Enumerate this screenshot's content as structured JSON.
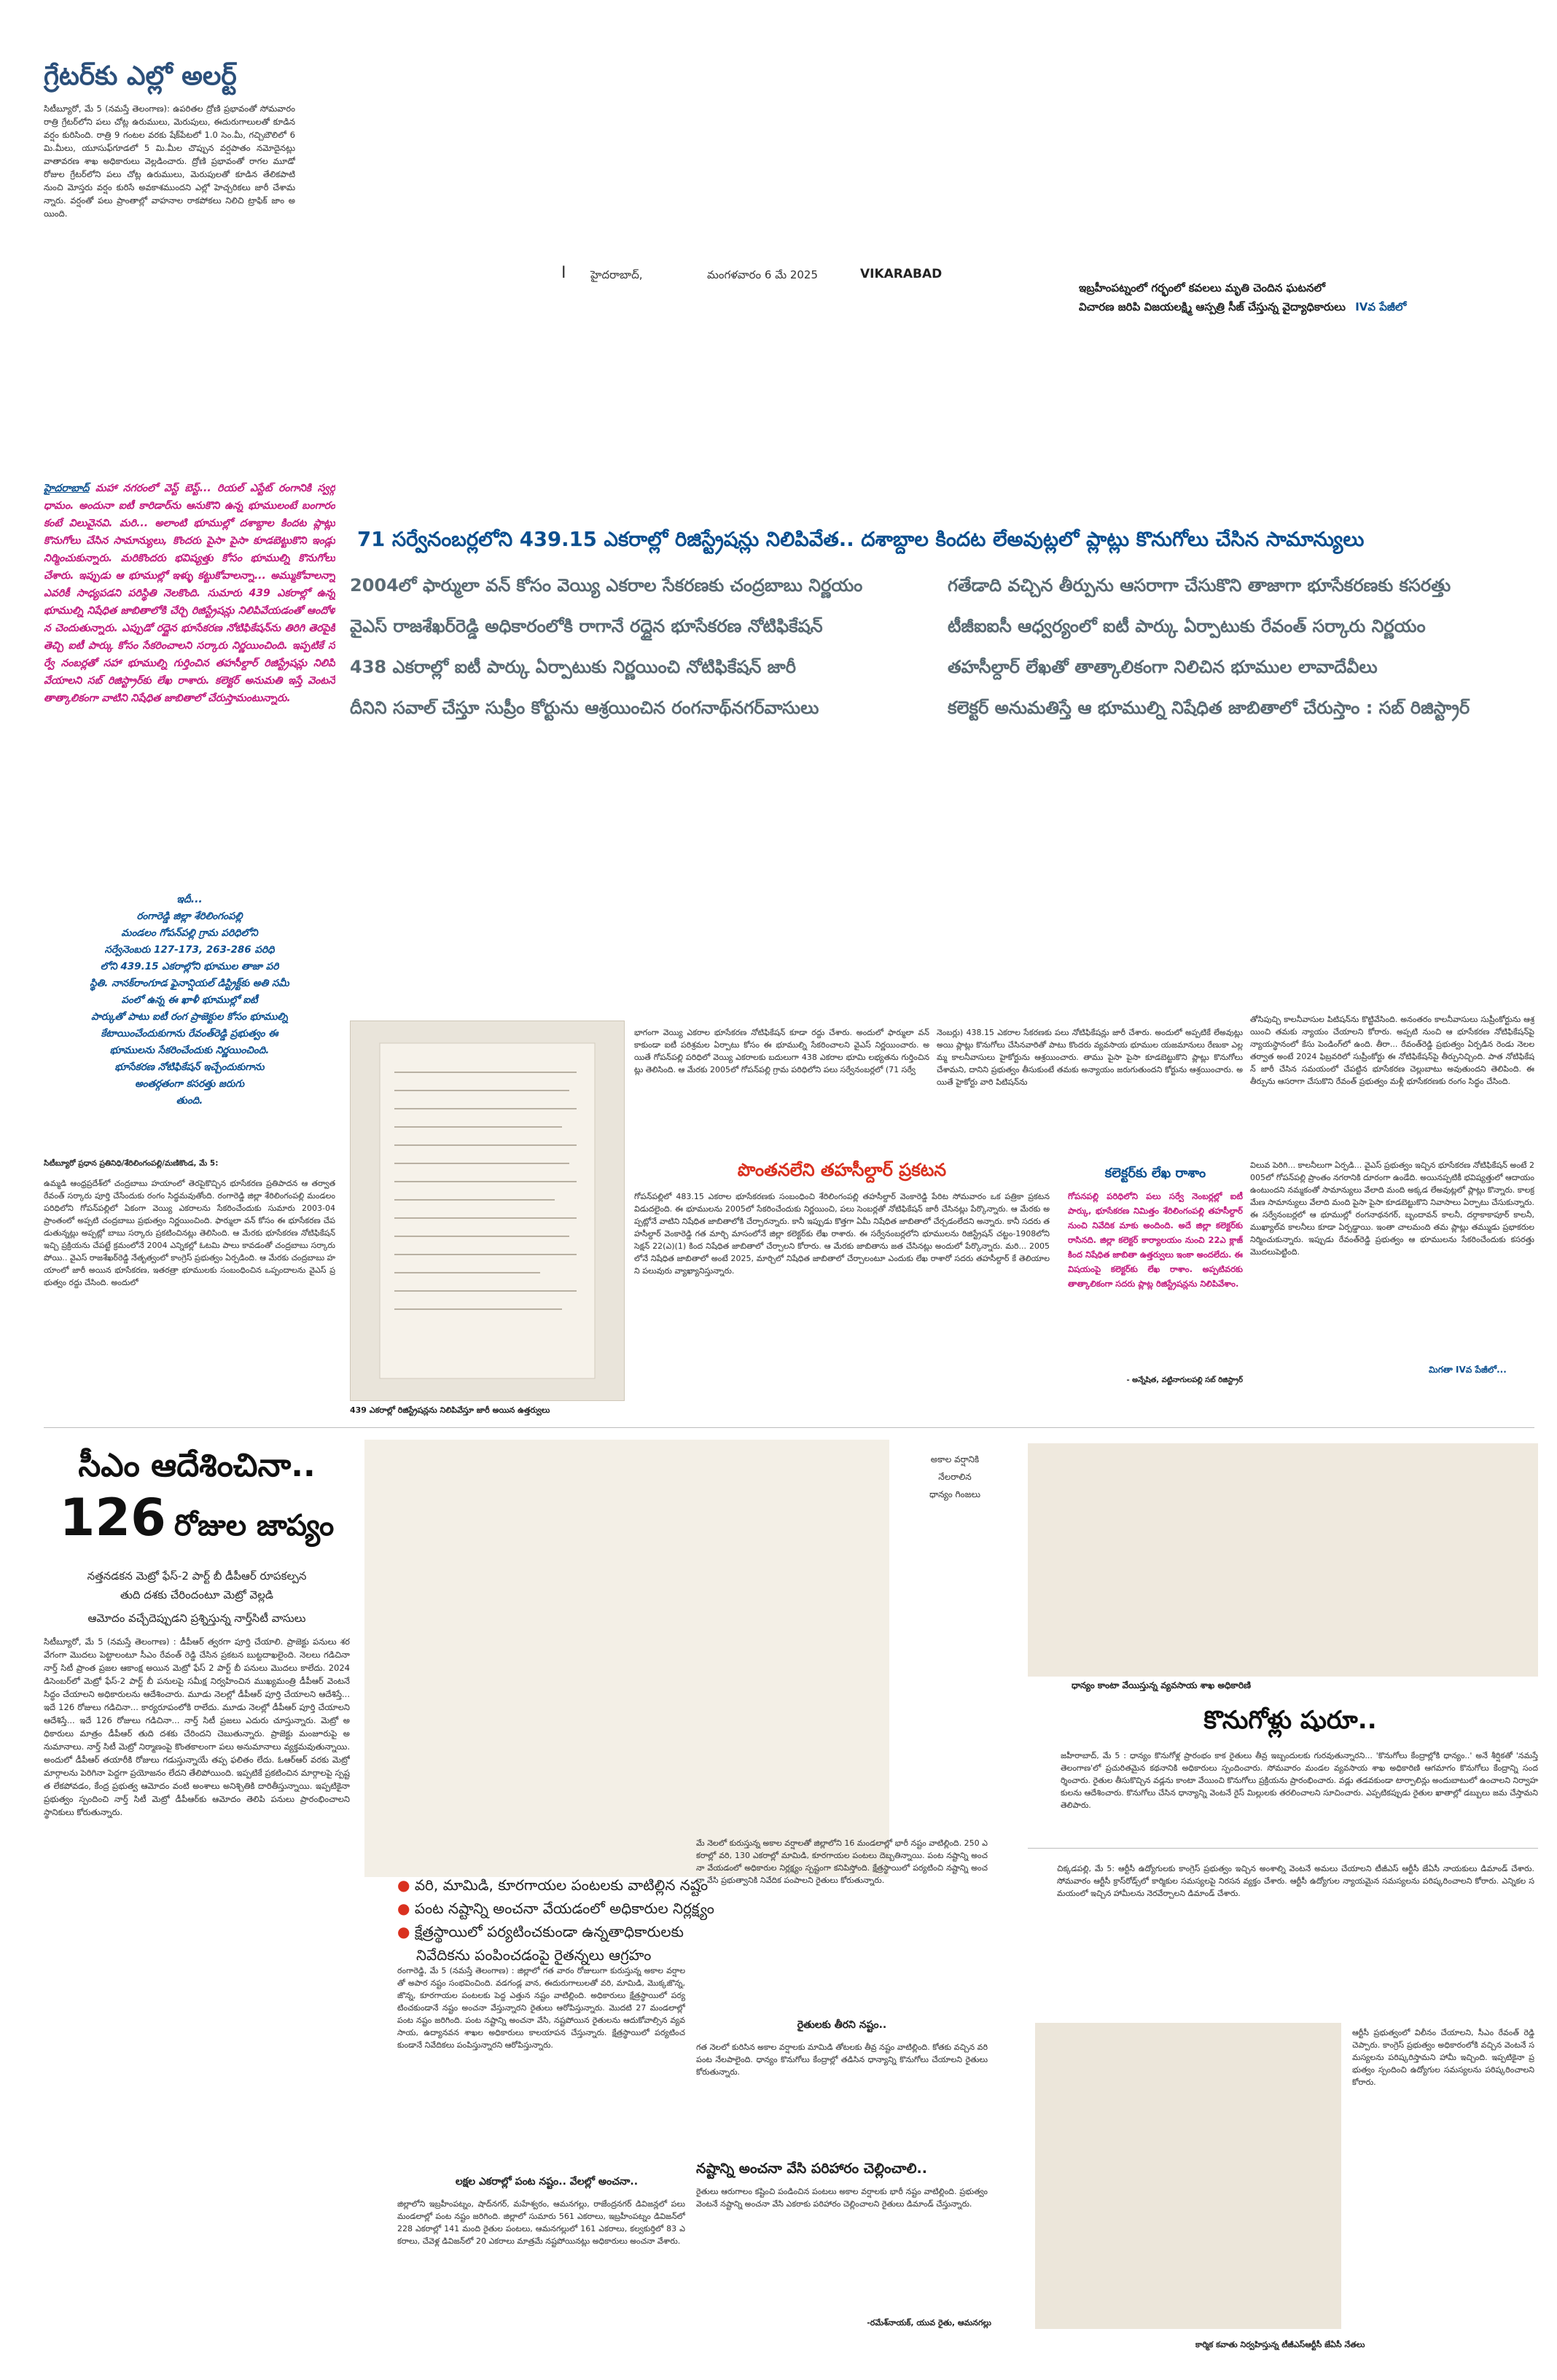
{
  "masthead": {
    "city": "హైదరాబాద్,",
    "date": "మంగళవారం 6 మే 2025",
    "edition": "VIKARABAD"
  },
  "top_promo": {
    "line1": "ఇబ్రహీంపట్నంలో గర్భంలో కవలలు మృతి చెందిన ఘటనలో",
    "line2": "విచారణ జరిపి విజయలక్ష్మి ఆస్పత్రి సీజ్ చేస్తున్న వైద్యాధికారులు",
    "page_ref": "IVవ పేజీలో"
  },
  "alert_story": {
    "headline": "గ్రేటర్‌కు ఎల్లో అలర్ట్",
    "body": "సిటీబ్యూరో, మే 5 (నమస్తే తెలంగాణ): ఉపరితల ద్రోణి ప్రభావంతో సోమవారం రాత్రి గ్రేటర్‌లోని పలు చోట్ల ఉరుములు, మెరుపులు, ఈదురుగాలులతో కూడిన వర్షం కురిసింది. రాత్రి 9 గంటల వరకు షేక్‌పేటలో 1.0 సెం.మీ, గచ్చిబౌలిలో 6 మి.మీలు, యూసుఫ్‌గూడలో 5 మి.మీల చొప్పున వర్షపాతం నమోదైనట్లు వాతావరణ శాఖ అధికారులు వెల్లడించారు. ద్రోణి ప్రభావంతో రాగల మూడో రోజుల గ్రేటర్‌లోని పలు చోట్ల ఉరుములు, మెరుపులతో కూడిన తేలికపాటి నుంచి మోస్తరు వర్షం కురిసే అవకాశముందని ఎల్లో హెచ్చరికలు జారీ చేశామన్నారు. వర్షంతో పలు ప్రాంతాల్లో వాహనాల రాకపోకలు నిలిచి ట్రాఫిక్ జాం అయింది."
  },
  "main_story": {
    "banner": "71 సర్వేనంబర్లలోని 439.15 ఎకరాల్లో రిజిస్ట్రేషన్లు నిలిపివేత.. దశాబ్దాల కిందట లేఅవుట్లలో ప్లాట్లు కొనుగోలు చేసిన సామాన్యులు",
    "decks_left": [
      "2004లో ఫార్ములా వన్ కోసం వెయ్యి ఎకరాల సేకరణకు చంద్రబాబు నిర్ణయం",
      "వైఎస్ రాజశేఖర్‌రెడ్డి అధికారంలోకి రాగానే రద్దైన భూసేకరణ నోటిఫికేషన్",
      "438 ఎకరాల్లో ఐటీ పార్కు ఏర్పాటుకు నిర్ణయించి నోటిఫికేషన్ జారీ",
      "దీనిని సవాల్ చేస్తూ సుప్రీం కోర్టును ఆశ్రయించిన రంగనాథ్‌నగర్‌వాసులు"
    ],
    "decks_right": [
      "గతేడాది వచ్చిన తీర్పును ఆసరాగా చేసుకొని తాజాగా భూసేకరణకు కసరత్తు",
      "టీజీఐఐసీ ఆధ్వర్యంలో ఐటీ పార్కు ఏర్పాటుకు రేవంత్ సర్కారు నిర్ణయం",
      "తహసీల్దార్ లేఖతో తాత్కాలికంగా నిలిచిన భూముల లావాదేవీలు",
      "కలెక్టర్ అనుమతిస్తే ఆ భూముల్ని నిషేధిత జాబితాలో చేరుస్తాం : సబ్ రిజిస్ట్రార్"
    ],
    "intro_lead": "హైదరాబాద్",
    "intro": "మహా నగరంలో వెస్ట్ బెస్ట్... రియల్ ఎస్టేట్ రంగానికి స్వర్గధామం. అందునా ఐటీ కారిడార్‌ను ఆనుకొని ఉన్న భూములంటే బంగారం కంటే విలువైనవి. మరి... అలాంటి భూముల్లో దశాబ్దాల కిందట ప్లాట్లు కొనుగోలు చేసిన సామాన్యులు, కొందరు పైసా పైసా కూడబెట్టుకొని ఇండ్లు నిర్మించుకున్నారు. మరికొందరు భవిష్యత్తు కోసం భూముల్ని కొనుగోలు చేశారు. ఇప్పుడు ఆ భూముల్లో ఇళ్ళు కట్టుకోవాలన్నా... అమ్ముకోవాలన్నా ఎవరికీ సాధ్యపడని పరిస్థితి నెలకొంది. సుమారు 439 ఎకరాల్లో ఉన్న భూముల్ని నిషేధిత జాబితాలోకి చేర్చి రిజిస్ట్రేషన్లు నిలిపివేయడంతో ఆందోళన చెందుతున్నారు. ఎప్పుడో రద్దైన భూసేకరణ నోటిఫికేషన్‌ను తిరిగి తెరపైకి తెచ్చి ఐటీ పార్కు కోసం సేకరించాలని సర్కారు నిర్ణయించింది. ఇప్పటికే సర్వే నంబర్లతో సహా భూముల్ని గుర్తించిన తహసీల్దార్ రిజిస్ట్రేషన్లు నిలిపి వేయాలని సబ్ రిజిస్ట్రార్‌కు లేఖ రాశారు. కలెక్టర్ అనుమతి ఇస్తే వెంటనే తాత్కాలికంగా వాటిని నిషేధిత జాబితాలో చేరుస్తామంటున్నారు.",
    "sub_heading": "ఇదీ...",
    "sub_lines": [
      "రంగారెడ్డి జిల్లా శేరిలింగంపల్లి",
      "మండలం గోపన్‌పల్లి గ్రామ పరిధిలోని",
      "సర్వేనెంబరు 127-173, 263-286 పరిధి",
      "లోని 439.15 ఎకరాల్లోని భూముల తాజా పరి",
      "స్థితి. నానక్‌రాంగూడ ఫైనాన్షియల్ డిస్ట్రిక్ట్‌కు అతి సమీ",
      "పంలో ఉన్న ఈ ఖాళీ భూముల్లో ఐటీ",
      "పార్కుతో పాటు ఐటీ రంగ ప్రాజెక్టుల కోసం భూముల్ని",
      "కేటాయించేందుకుగాను రేవంత్‌రెడ్డి ప్రభుత్వం ఈ",
      "భూములను సేకరించేందుకు నిర్ణయించింది.",
      "భూసేకరణ నోటిఫికేషన్ ఇచ్చేందుకుగాను",
      "అంతర్గతంగా కసరత్తు జరుగు",
      "తుంది."
    ],
    "dateline": "సిటీబ్యూరో ప్రధాన ప్రతినిధి/శేరిలింగంపల్లి/మణికొండ, మే 5:",
    "body_col1": "ఉమ్మడి ఆంధ్రప్రదేశ్‌లో చంద్రబాబు హయాంలో తెరపైకొచ్చిన భూసేకరణ ప్రతిపాదన ఆ తర్వాత రేవంత్ సర్కారు పూర్తి చేసేందుకు రంగం సిద్ధమవుతోంది. రంగారెడ్డి జిల్లా శేరిలింగంపల్లి మండలం పరిధిలోని గోపన్‌పల్లిలో ఏకంగా వెయ్యి ఎకరాలను సేకరించేందుకు సుమారు 2003-04 ప్రాంతంలో అప్పటి చంద్రబాబు ప్రభుత్వం నిర్ణయించింది. ఫార్ములా వన్ కోసం ఈ భూసేకరణ చేపడుతున్నట్లు అప్పట్లో బాబు సర్కారు ప్రకటించినట్లు తెలిసింది. ఆ మేరకు భూసేకరణ నోటిఫికేషన్ ఇచ్చి ప్రక్రియను చేపట్టే క్రమంలోనే 2004 ఎన్నికల్లో ఓటమి పాలు కావడంతో చంద్రబాబు సర్కారు పోయి.. వైఎస్ రాజశేఖర్‌రెడ్డి నేతృత్వంలో కాంగ్రెస్ ప్రభుత్వం ఏర్పడింది. ఆ మేరకు చంద్రబాబు హయాంలో జారీ అయిన భూసేకరణ, ఇతరత్రా భూములకు సంబంధించిన ఒప్పందాలను వైఎస్ ప్రభుత్వం రద్దు చేసింది. అందులో",
    "body_col2": "భాగంగా వెయ్యి ఎకరాల భూసేకరణ నోటిఫికేషన్ కూడా రద్దు చేశారు. అందులో ఫార్ములా వన్ కాకుండా ఐటీ పరిశ్రమల ఏర్పాటు కోసం ఈ భూముల్ని సేకరించాలని వైఎస్ నిర్ణయించారు. అయితే గోపన్‌పల్లి పరిధిలో వెయ్యి ఎకరాలకు బదులుగా 438 ఎకరాల భూమి లభ్యతను గుర్తించినట్లు తెలిసింది. ఆ మేరకు 2005లో గోపన్‌పల్లి గ్రామ పరిధిలోని పలు సర్వేనంబర్లలో (71 సర్వే",
    "body_col3": "నెంబర్లు) 438.15 ఎకరాల సేకరణకు పలు నోటిఫికేషన్లు జారీ చేశారు. అందులో అప్పటికే లేఅవుట్లు అయి ప్లాట్లు కొనుగోలు చేసినవారితో పాటు కొందరు వ్యవసాయ భూముల యజమానులు రేణుకా ఎల్లమ్మ కాలనీవాసులు హైకోర్టును ఆశ్రయించారు. తాము పైసా పైసా కూడబెట్టుకొని ప్లాట్లు కొనుగోలు చేశామని, దానిని ప్రభుత్వం తీసుకుంటే తమకు అన్యాయం జరుగుతుందని కోర్టును ఆశ్రయించారు. అయితే హైకోర్టు వారి పిటిషన్‌ను",
    "body_col4": "తోసిపుచ్చి కాలనీవాసుల పిటిషన్‌ను కొట్టివేసింది. అనంతరం కాలనీవాసులు సుప్రీంకోర్టును ఆశ్రయించి తమకు న్యాయం చేయాలని కోరారు. అప్పటి నుంచి ఆ భూసేకరణ నోటిఫికేషన్‌పై న్యాయస్థానంలో కేసు పెండింగ్‌లో ఉంది. తీరా... రేవంత్‌రెడ్డి ప్రభుత్వం ఏర్పడిన రెండు నెలల తర్వాత అంటే 2024 ఫిబ్రవరిలో సుప్రీంకోర్టు ఈ నోటిఫికేషన్‌పై తీర్పునిచ్చింది. పాత నోటిఫికేషన్ జారీ చేసిన సమయంలో చేపట్టిన భూసేకరణ చెల్లుబాటు అవుతుందని తెలిపింది. ఈ తీర్పును ఆసరాగా చేసుకొని రేవంత్ ప్రభుత్వం మళ్లీ భూసేకరణకు రంగం సిద్ధం చేసింది.",
    "photo_caption": "439 ఎకరాల్లో రిజిస్ట్రేషన్లను నిలిపివేస్తూ జారీ అయిన ఉత్తర్వులు",
    "continued": "మిగతా IVవ పేజీలో..."
  },
  "tahsildar": {
    "headline": "పొంతనలేని తహసీల్దార్ ప్రకటన",
    "body": "గోపన్‌పల్లిలో 483.15 ఎకరాల భూసేకరణకు సంబంధించి శేరిలింగంపల్లి తహసీల్దార్ వెంకారెడ్డి పేరిట సోమవారం ఒక పత్రికా ప్రకటన విడుదలైంది. ఈ భూములను 2005లో సేకరించేందుకు నిర్ణయించి, పలు సెంబర్లతో నోటిఫికేషన్ జారీ చేసినట్లు పేర్కొన్నారు. ఆ మేరకు అప్పట్లోనే వాటిని నిషేధిత జాబితాలోకి చేర్చారన్నారు. కానీ ఇప్పుడు కొత్తగా ఏమీ నిషేధిత జాబితాలో చేర్చడంలేదని అన్నారు. కానీ సదరు తహసీల్దార్ వెంకారెడ్డి గత మార్చి మాసంలోనే జిల్లా కలెక్టర్‌కు లేఖ రాశారు. ఈ సర్వేనంబర్లలోని భూములను రిజిస్ట్రేషన్ చట్టం-1908లోని సెక్షన్ 22(ఎ)(1) కింద నిషేధిత జాబితాలో చేర్చాలని కోరారు. ఆ మేరకు జాబితాను జత చేసినట్లు అందులో పేర్కొన్నారు. మరి... 2005లోనే నిషేధిత జాబితాలో అంటే 2025, మార్చిలో నిషేధిత జాబితాలో చేర్చాలంటూ ఎందుకు లేఖ రాశారో సదరు తహసీల్దార్ కే తెలియాలని పలువురు వ్యాఖ్యానిస్తున్నారు."
  },
  "collector": {
    "headline": "కలెక్టర్‌కు లేఖ రాశాం",
    "body": "గోపనపల్లి పరిధిలోని పలు సర్వే నెంబర్లల్లో ఐటీ పార్కు, భూసేకరణ నిమిత్తం శేరిలింగంపల్లి తహసీల్దార్ నుంచి నివేదిక మాకు అందింది. అదే జిల్లా కలెక్టర్‌కు రాసినది. జిల్లా కలెక్టర్ కార్యాలయం నుంచి 22ఎ క్లాజ్ కింద నిషేధిత జాబితా ఉత్తర్వులు ఇంకా అందలేదు. ఈ విషయంపై కలెక్టర్‌కు లేఖ రాశాం. అప్పటివరకు తాత్కాలికంగా సదరు ప్లాట్ల రిజిస్ట్రేషన్లను నిలిపివేశాం.",
    "byline": "- అన్నేషిత, వట్టినాగులపల్లి సబ్ రిజిస్ట్రార్"
  },
  "price_story": {
    "body": "విలువ పెరిగి... కాలనీలుగా ఏర్పడి... వైఎస్ ప్రభుత్వం ఇచ్చిన భూసేకరణ నోటిఫికేషన్ అంటే 2005లో గోపన్‌పల్లి ప్రాంతం నగరానికి దూరంగా ఉండేది. అయినప్పటికీ భవిష్యత్తులో ఆదాయం ఉంటుందని నమ్మకంతో సామాన్యులు వేలాది మంది అక్కడ లేఅవుట్లలో ప్లాట్లు కొన్నారు. కాలక్రమేణ సామాన్యులు వేలాది మంది పైసా పైసా కూడబెట్టుకొని నివాసాలు ఏర్పాటు చేసుకున్నారు. ఈ సర్వేనంబర్లలో ఆ భూముల్లో రంగనాథనగర్, బృందావన్ కాలనీ, దర్గాకాకాపూర్ కాలనీ, ముఖ్యాల్‌వ కాలనీలు కూడా ఏర్పడ్డాయి. ఇంతా చాలమంది తమ ప్లాట్లు తమ్ముడు ప్రభాకరుల నిర్మించుకున్నారు. ఇప్పుడు రేవంత్‌రెడ్డి ప్రభుత్వం ఆ భూములను సేకరించేందుకు కసరత్తు మొదలుపెట్టింది."
  },
  "jappam_story": {
    "headline1": "సీఎం ఆదేశించినా..",
    "headline2_num": "126",
    "headline2_text": "రోజుల జాప్యం",
    "deck1": "నత్తనడకన మెట్రో ఫేస్-2 పార్ట్ బీ డీపీఆర్ రూపకల్పన",
    "deck2": "తుది దశకు చేరిందంటూ మెట్రో వెల్లడి",
    "deck3": "ఆమోదం వచ్చేదెప్పుడని ప్రశ్నిస్తున్న నార్త్‌సిటీ వాసులు",
    "body": "సిటీబ్యూరో, మే 5 (నమస్తే తెలంగాణ) : డీపీఆర్ త్వరగా పూర్తి చేయాలి. ప్రాజెక్టు పనులు శరవేగంగా మొదలు పెట్టాలంటూ సీఎం రేవంత్ రెడ్డి చేసిన ప్రకటన బుట్టదాఖలైంది. నెలలు గడిచినా నార్త్ సిటీ ప్రాంత ప్రజల ఆకాంక్ష అయిన మెట్రో ఫేస్ 2 పార్ట్ బీ పనులు మొదలు కాలేదు. 2024 డిసెంబర్‌లో మెట్రో ఫేస్-2 పార్ట్ బీ పనులపై సమీక్ష నిర్వహించిన ముఖ్యమంత్రి డీపీఆర్ వెంటనే సిద్ధం చేయాలని అధికారులను ఆదేశించారు. మూడు నెలల్లో డీపీఆర్ పూర్తి చేయాలని ఆదేశిస్తే... ఇదే 126 రోజులు గడిచినా... కార్యరూపంలోకి రాలేదు. మూడు నెలల్లో డీపీఆర్ పూర్తి చేయాలని ఆదేశిస్తే... ఇదే 126 రోజులు గడిచినా... నార్త్ సిటీ ప్రజలు ఎదురు చూస్తున్నారు. మెట్రో అధికారులు మాత్రం డీపీఆర్ తుది దశకు చేరిందని చెబుతున్నారు. ప్రాజెక్టు మంజూరుపై అనుమానాలు. నార్త్ సిటీ మెట్రో నిర్మాణంపై కొంతకాలంగా పలు అనుమానాలు వ్యక్తమవుతున్నాయి. అందులో డీపీఆర్ తయారీకి రోజులు గడుస్తున్నాయే తప్ప ఫలితం లేదు. ఓఆర్ఆర్ వరకు మెట్రో మార్గాలను పెరిగినా పెద్దగా ప్రయోజనం లేదని తేలిపోయింది. ఇప్పటికే ప్రకటించిన మార్గాలపై స్పష్టత లేకపోవడం, కేంద్ర ప్రభుత్వ ఆమోదం వంటి అంశాలు అనిశ్చితికి దారితీస్తున్నాయి. ఇప్పటికైనా ప్రభుత్వం స్పందించి నార్త్ సిటీ మెట్రో డీపీఆర్‌కు ఆమోదం తెలిపి పనులు ప్రారంభించాలని స్థానికులు కోరుతున్నారు."
  },
  "photo_note": {
    "lines": [
      "అకాల వర్షానికి",
      "నేలరాలిన",
      "ధాన్యం గింజలు"
    ]
  },
  "crop_story": {
    "bullets": [
      "వరి, మామిడి, కూరగాయల పంటలకు వాటిల్లిన నష్టం",
      "పంట నష్టాన్ని అంచనా వేయడంలో అధికారుల నిర్లక్ష్యం",
      "క్షేత్రస్థాయిలో పర్యటించకుండా ఉన్నతాధికారులకు"
    ],
    "bullet3_cont": "నివేదికను పంపించడంపై రైతన్నలు ఆగ్రహం",
    "col1": "రంగారెడ్డి, మే 5 (నమస్తే తెలంగాణ) : జిల్లాలో గత వారం రోజులుగా కురుస్తున్న అకాల వర్షాలతో అపార నష్టం సంభవించింది. వడగండ్ల వాన, ఈదురుగాలులతో వరి, మామిడి, మొక్కజొన్న, జొన్న, కూరగాయల పంటలకు పెద్ద ఎత్తున నష్టం వాటిల్లింది. అధికారులు క్షేత్రస్థాయిలో పర్యటించకుండానే నష్టం అంచనా వేస్తున్నారని రైతులు ఆరోపిస్తున్నారు. మొదటి 27 మండలాల్లో పంట నష్టం జరిగింది. పంట నష్టాన్ని అంచనా వేసి, నష్టపోయిన రైతులను ఆదుకోవాల్సిన వ్యవసాయ, ఉద్యానవన శాఖల అధికారులు కాలయాపన చేస్తున్నారు. క్షేత్రస్థాయిలో పర్యటించకుండానే నివేదికలు పంపిస్తున్నారని ఆరోపిస్తున్నారు.",
    "col2": "మే నెలలో కురుస్తున్న అకాల వర్షాలతో జిల్లాలోని 16 మండలాల్లో భారీ నష్టం వాటిల్లింది. 250 ఎకరాల్లో వరి, 130 ఎకరాల్లో మామిడి, కూరగాయల పంటలు దెబ్బతిన్నాయి. పంట నష్టాన్ని అంచనా వేయడంలో అధికారుల నిర్లక్ష్యం స్పష్టంగా కనిపిస్తోంది. క్షేత్రస్థాయిలో పర్యటించి నష్టాన్ని అంచనా వేసి ప్రభుత్వానికి నివేదిక పంపాలని రైతులు కోరుతున్నారు.",
    "subhead1": "రైతులకు తీరని నష్టం..",
    "col2b": "గత నెలలో కురిసిన అకాల వర్షాలకు మామిడి తోటలకు తీవ్ర నష్టం వాటిల్లింది. కోతకు వచ్చిన వరి పంట నేలపాలైంది. ధాన్యం కొనుగోలు కేంద్రాల్లో తడిసిన ధాన్యాన్ని కొనుగోలు చేయాలని రైతులు కోరుతున్నారు.",
    "subhead2": "లక్షల ఎకరాల్లో పంట నష్టం.. వేలల్లో అంచనా..",
    "col1b": "జిల్లాలోని ఇబ్రహీంపట్నం, షాద్‌నగర్, మహేశ్వరం, ఆమనగల్లు, రాజేంద్రనగర్ డివిజన్లలో పలు మండలాల్లో పంట నష్టం జరిగింది. జిల్లాలో సుమారు 561 ఎకరాలు, ఇబ్రహీంపట్నం డివిజన్‌లో 228 ఎకరాల్లో 141 మంది రైతుల పంటలు, ఆమనగల్లులో 161 ఎకరాలు, కల్వకుర్తిలో 83 ఎకరాలు, చేవెళ్ల డివిజన్‌లో 20 ఎకరాలు మాత్రమే నష్టపోయినట్లు అధికారులు అంచనా వేశారు.",
    "subhead3": "నష్టాన్ని అంచనా వేసి పరిహారం చెల్లించాలి..",
    "col2c": "రైతులు ఆరుగాలం కష్టించి పండించిన పంటలు అకాల వర్షాలకు భారీ నష్టం వాటిల్లింది. ప్రభుత్వం వెంటనే నష్టాన్ని అంచనా వేసి ఎకరాకు పరిహారం చెల్లించాలని రైతులు డిమాండ్ చేస్తున్నారు.",
    "byline": "-రమేశ్‌నాయక్, యువ రైతు, ఆమనగల్లు"
  },
  "procurement": {
    "kicker": "ధాన్యం కాంటా వేయిస్తున్న వ్యవసాయ శాఖ అధికారిణి",
    "headline": "కొనుగోళ్లు షురూ..",
    "body": "జహీరాబాద్, మే 5 : ధాన్యం కొనుగోళ్ల ప్రారంభం కాక రైతులు తీవ్ర ఇబ్బందులకు గురవుతున్నారని... 'కొనుగోలు కేంద్రాల్లోకి ధాన్యం..' అనే శీర్షికతో 'నమస్తే తెలంగాణ'లో ప్రచురితమైన కథనానికి అధికారులు స్పందించారు. సోమవారం మండల వ్యవసాయ శాఖ అధికారిణి ఆగమాగం కొనుగోలు కేంద్రాన్ని సందర్శించారు. రైతుల తీసుకొచ్చిన వడ్లను కాంటా వేయించి కొనుగోలు ప్రక్రియను ప్రారంభించారు. వడ్లు తడవకుండా టార్పాలిన్లు అందుబాటులో ఉంచాలని నిర్వాహకులను ఆదేశించారు. కొనుగోలు చేసిన ధాన్యాన్ని వెంటనే రైస్ మిల్లులకు తరలించాలని సూచించారు. ఎప్పటికప్పుడు రైతుల ఖాతాల్లో డబ్బులు జమ చేస్తామని తెలిపారు."
  },
  "loan_story": {
    "body": "చిక్కడపల్లి, మే 5: ఆర్టీసీ ఉద్యోగులకు కాంగ్రెస్ ప్రభుత్వం ఇచ్చిన అంశాల్ని వెంటనే అమలు చేయాలని టీజీఎస్ ఆర్టీసీ జేఏసీ నాయకులు డిమాండ్ చేశారు. సోమవారం ఆర్టీసీ క్రాస్‌రోడ్స్‌లో కార్మికుల సమస్యలపై నిరసన వ్యక్తం చేశారు. ఆర్టీసీ ఉద్యోగుల న్యాయమైన సమస్యలను పరిష్కరించాలని కోరారు. ఎన్నికల సమయంలో ఇచ్చిన హామీలను నెరవేర్చాలని డిమాండ్ చేశారు.",
    "col2": "ఆర్టీసీ ప్రభుత్వంలో విలీనం చేయాలని, సీఎం రేవంత్ రెడ్డి చెప్పారు. కాంగ్రెస్ ప్రభుత్వం అధికారంలోకి వచ్చిన వెంటనే సమస్యలను పరిష్కరిస్తామని హామీ ఇచ్చింది. ఇప్పటికైనా ప్రభుత్వం స్పందించి ఉద్యోగుల సమస్యలను పరిష్కరించాలని కోరారు.",
    "caption": "కార్మిక కవాతు నిర్వహిస్తున్న టీజీఎస్ఆర్టీసీ జేఏసీ నేతలు"
  }
}
